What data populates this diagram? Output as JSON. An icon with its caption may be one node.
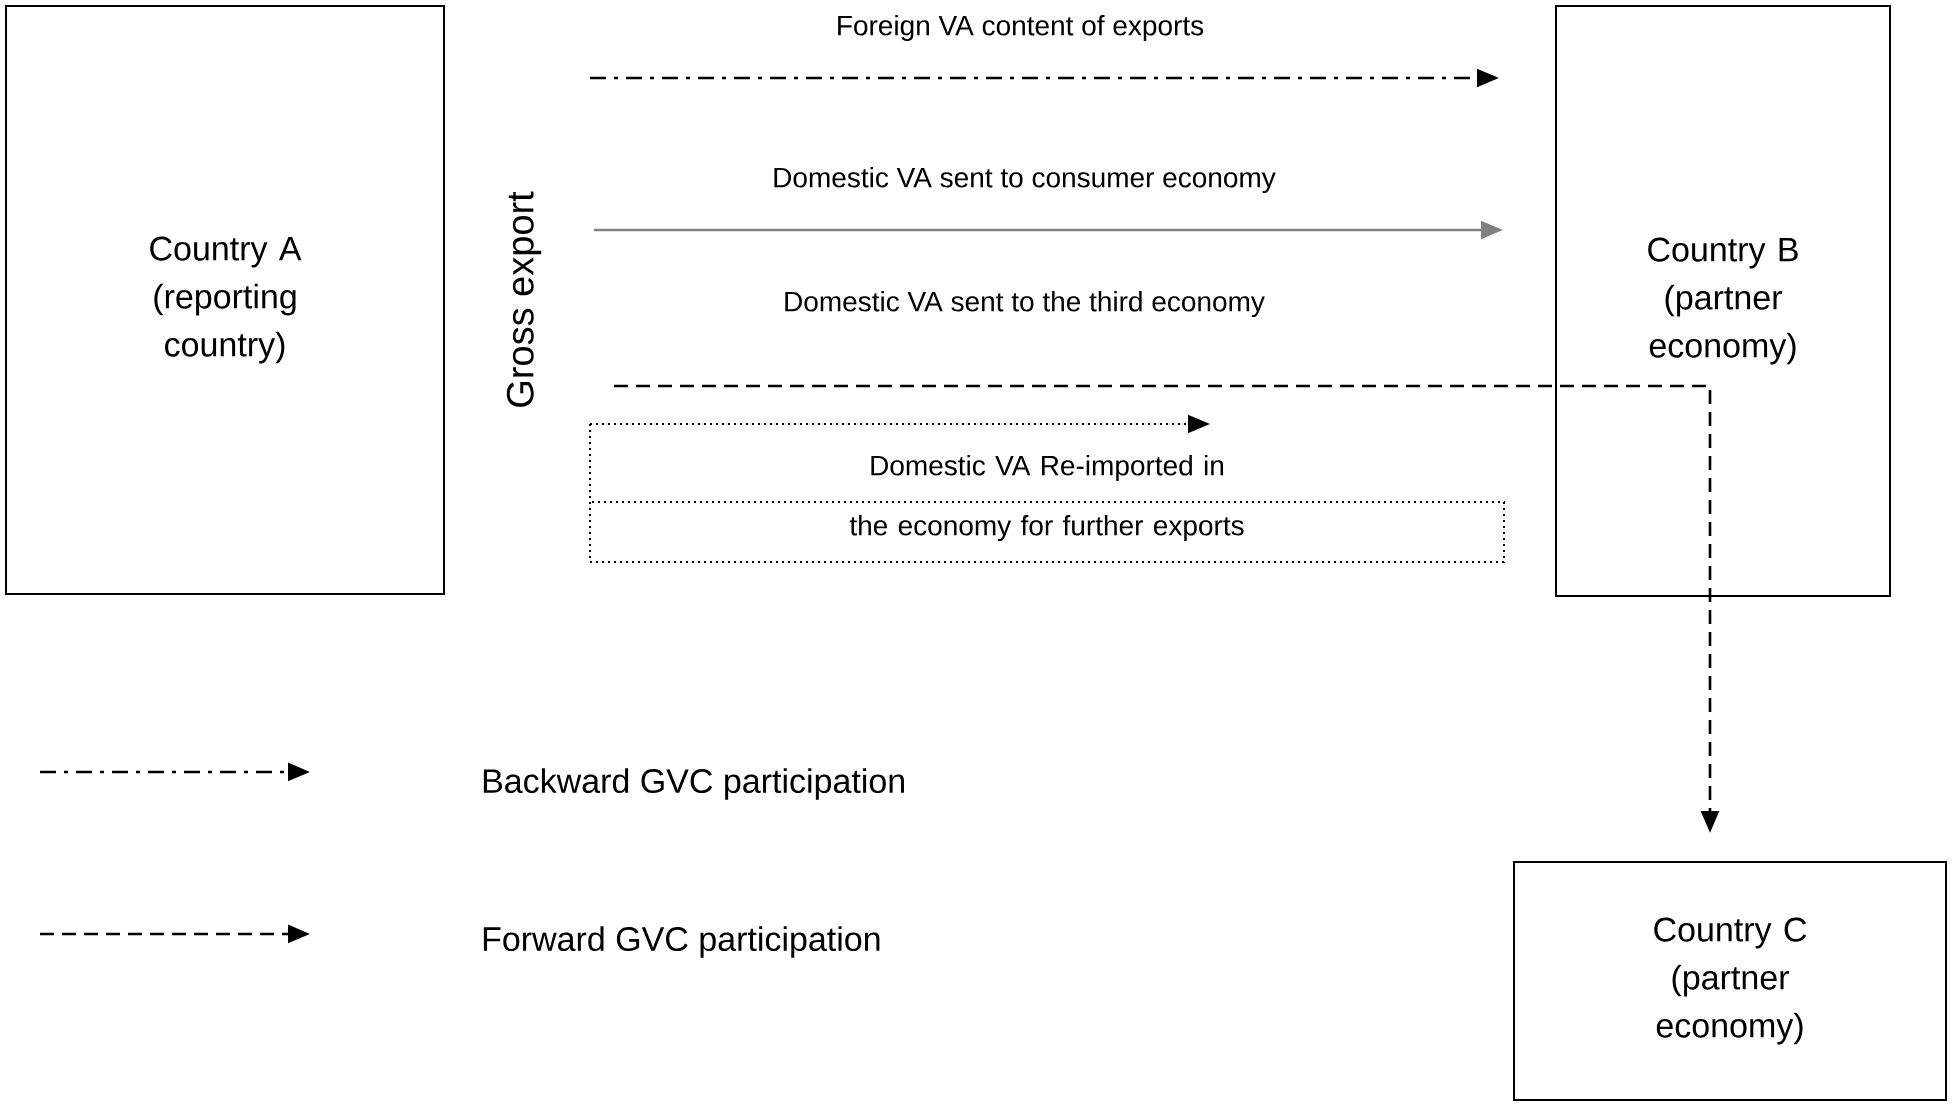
{
  "diagram": {
    "nodes": [
      {
        "text": [
          "Country A (reporting country)"
        ]
      },
      {
        "text": [
          "Country B (partner economy)"
        ]
      },
      {
        "text": [
          "Country C (partner economy)"
        ]
      },
      {
        "text": [
          "Domestic VA Re-imported in the economy for further exports"
        ]
      }
    ],
    "edges": [
      {
        "from": null,
        "to": 1,
        "arrow": "to",
        "style": "dashed",
        "label": "Foreign VA content of exports"
      },
      {
        "from": null,
        "to": 1,
        "arrow": "to",
        "color": "#808080",
        "label": "Domestic VA sent to consumer economy"
      },
      {
        "from": null,
        "to": 2,
        "arrow": "to",
        "style": "dashed",
        "label": "Domestic VA sent to the third economy"
      }
    ],
    "labels": [
      "Gross export"
    ],
    "legend": [
      {
        "text": "Backward GVC participation"
      },
      {
        "text": "Forward GVC participation"
      }
    ]
  }
}
